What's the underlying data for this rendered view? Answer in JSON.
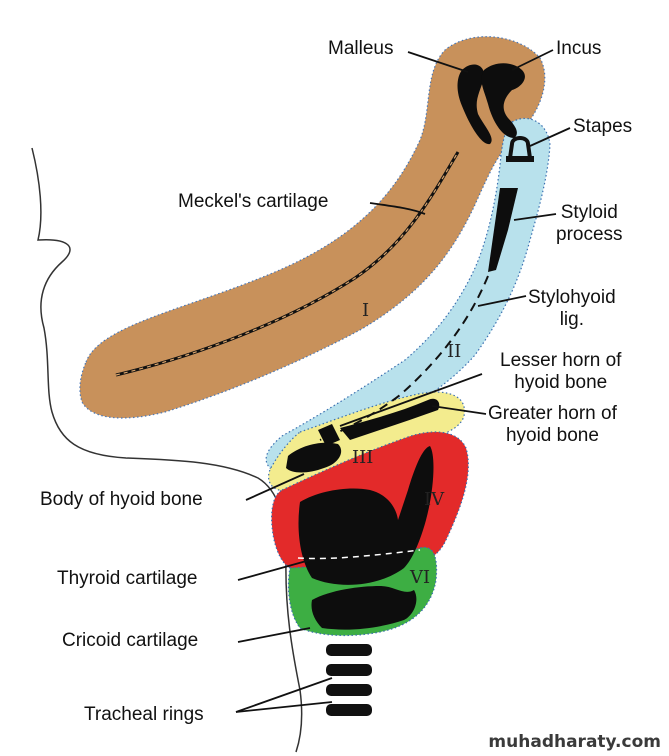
{
  "labels": {
    "malleus": "Malleus",
    "incus": "Incus",
    "stapes": "Stapes",
    "meckels_cartilage": "Meckel's cartilage",
    "styloid_process": [
      "Styloid",
      "process"
    ],
    "stylohyoid_lig": [
      "Stylohyoid",
      "lig."
    ],
    "lesser_horn": [
      "Lesser horn of",
      "hyoid bone"
    ],
    "greater_horn": [
      "Greater horn of",
      "hyoid bone"
    ],
    "body_of_hyoid": "Body of hyoid bone",
    "thyroid_cartilage": "Thyroid cartilage",
    "cricoid_cartilage": "Cricoid cartilage",
    "tracheal_rings": "Tracheal rings"
  },
  "arches": {
    "first": "I",
    "second": "II",
    "third": "III",
    "fourth": "IV",
    "sixth": "VI"
  },
  "watermark": "muhadharaty.com",
  "colors": {
    "arch1": "#c8915b",
    "arch2": "#b8e1ec",
    "arch3": "#f3ec8e",
    "arch4": "#e32a2a",
    "arch6": "#3dae43",
    "cartilage": "#0d0d0d",
    "outline": "#222222"
  }
}
